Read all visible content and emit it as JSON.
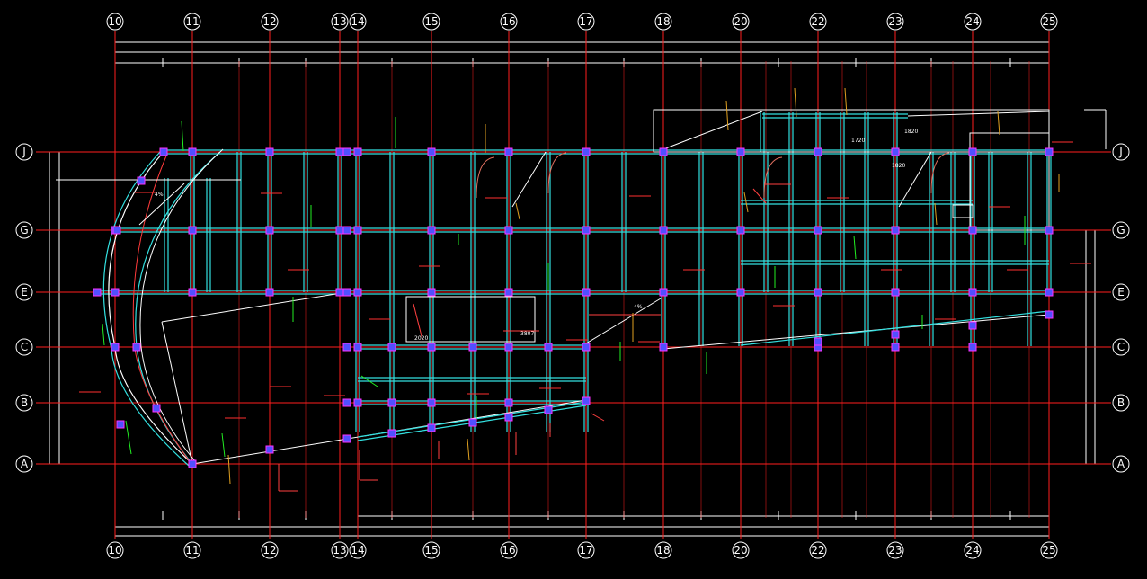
{
  "grid": {
    "columns": [
      "10",
      "11",
      "12",
      "13",
      "14",
      "15",
      "16",
      "17",
      "18",
      "20",
      "22",
      "23",
      "24",
      "25"
    ],
    "rows": [
      "J",
      "G",
      "E",
      "C",
      "B",
      "A"
    ]
  },
  "room_tags": [
    "4%",
    "2020",
    "3807",
    "4%",
    "1720",
    "1820",
    "1820"
  ],
  "colors": {
    "grid_line": "#ff1e1e",
    "wall": "#33e0e0",
    "outline": "#ffffff",
    "column": "#5050ff",
    "column_edge": "#ff30ff",
    "annotation_green": "#22ee22",
    "annotation_orange": "#e0a020"
  }
}
